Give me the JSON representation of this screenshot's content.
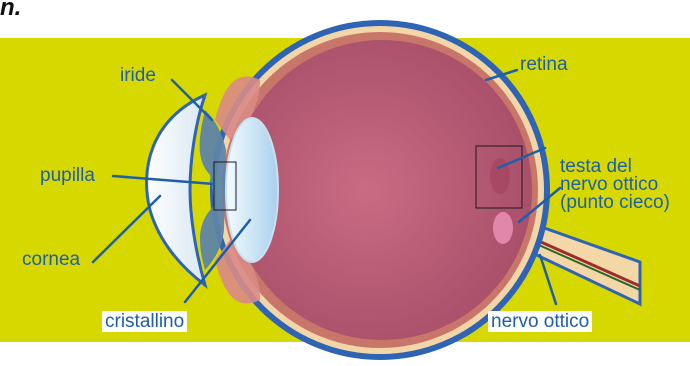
{
  "title_fragment": "n.",
  "colors": {
    "background_band": "#d7d800",
    "label_text": "#1d5fa8",
    "sclera_outline": "#2f63b3",
    "vitreous": "#b55a72",
    "retina_layer": "#f2d6a8",
    "lens": "#cfe6f5",
    "optic_nerve": "#f3d7a7"
  },
  "labels": {
    "iride": "iride",
    "retina": "retina",
    "pupilla": "pupilla",
    "testa_del_nervo_ottico": "testa del\nnervo ottico\n(punto cieco)",
    "cornea": "cornea",
    "cristallino": "cristallino",
    "nervo_ottico": "nervo ottico"
  },
  "icons": {
    "eye": "eye-anatomy-icon"
  }
}
